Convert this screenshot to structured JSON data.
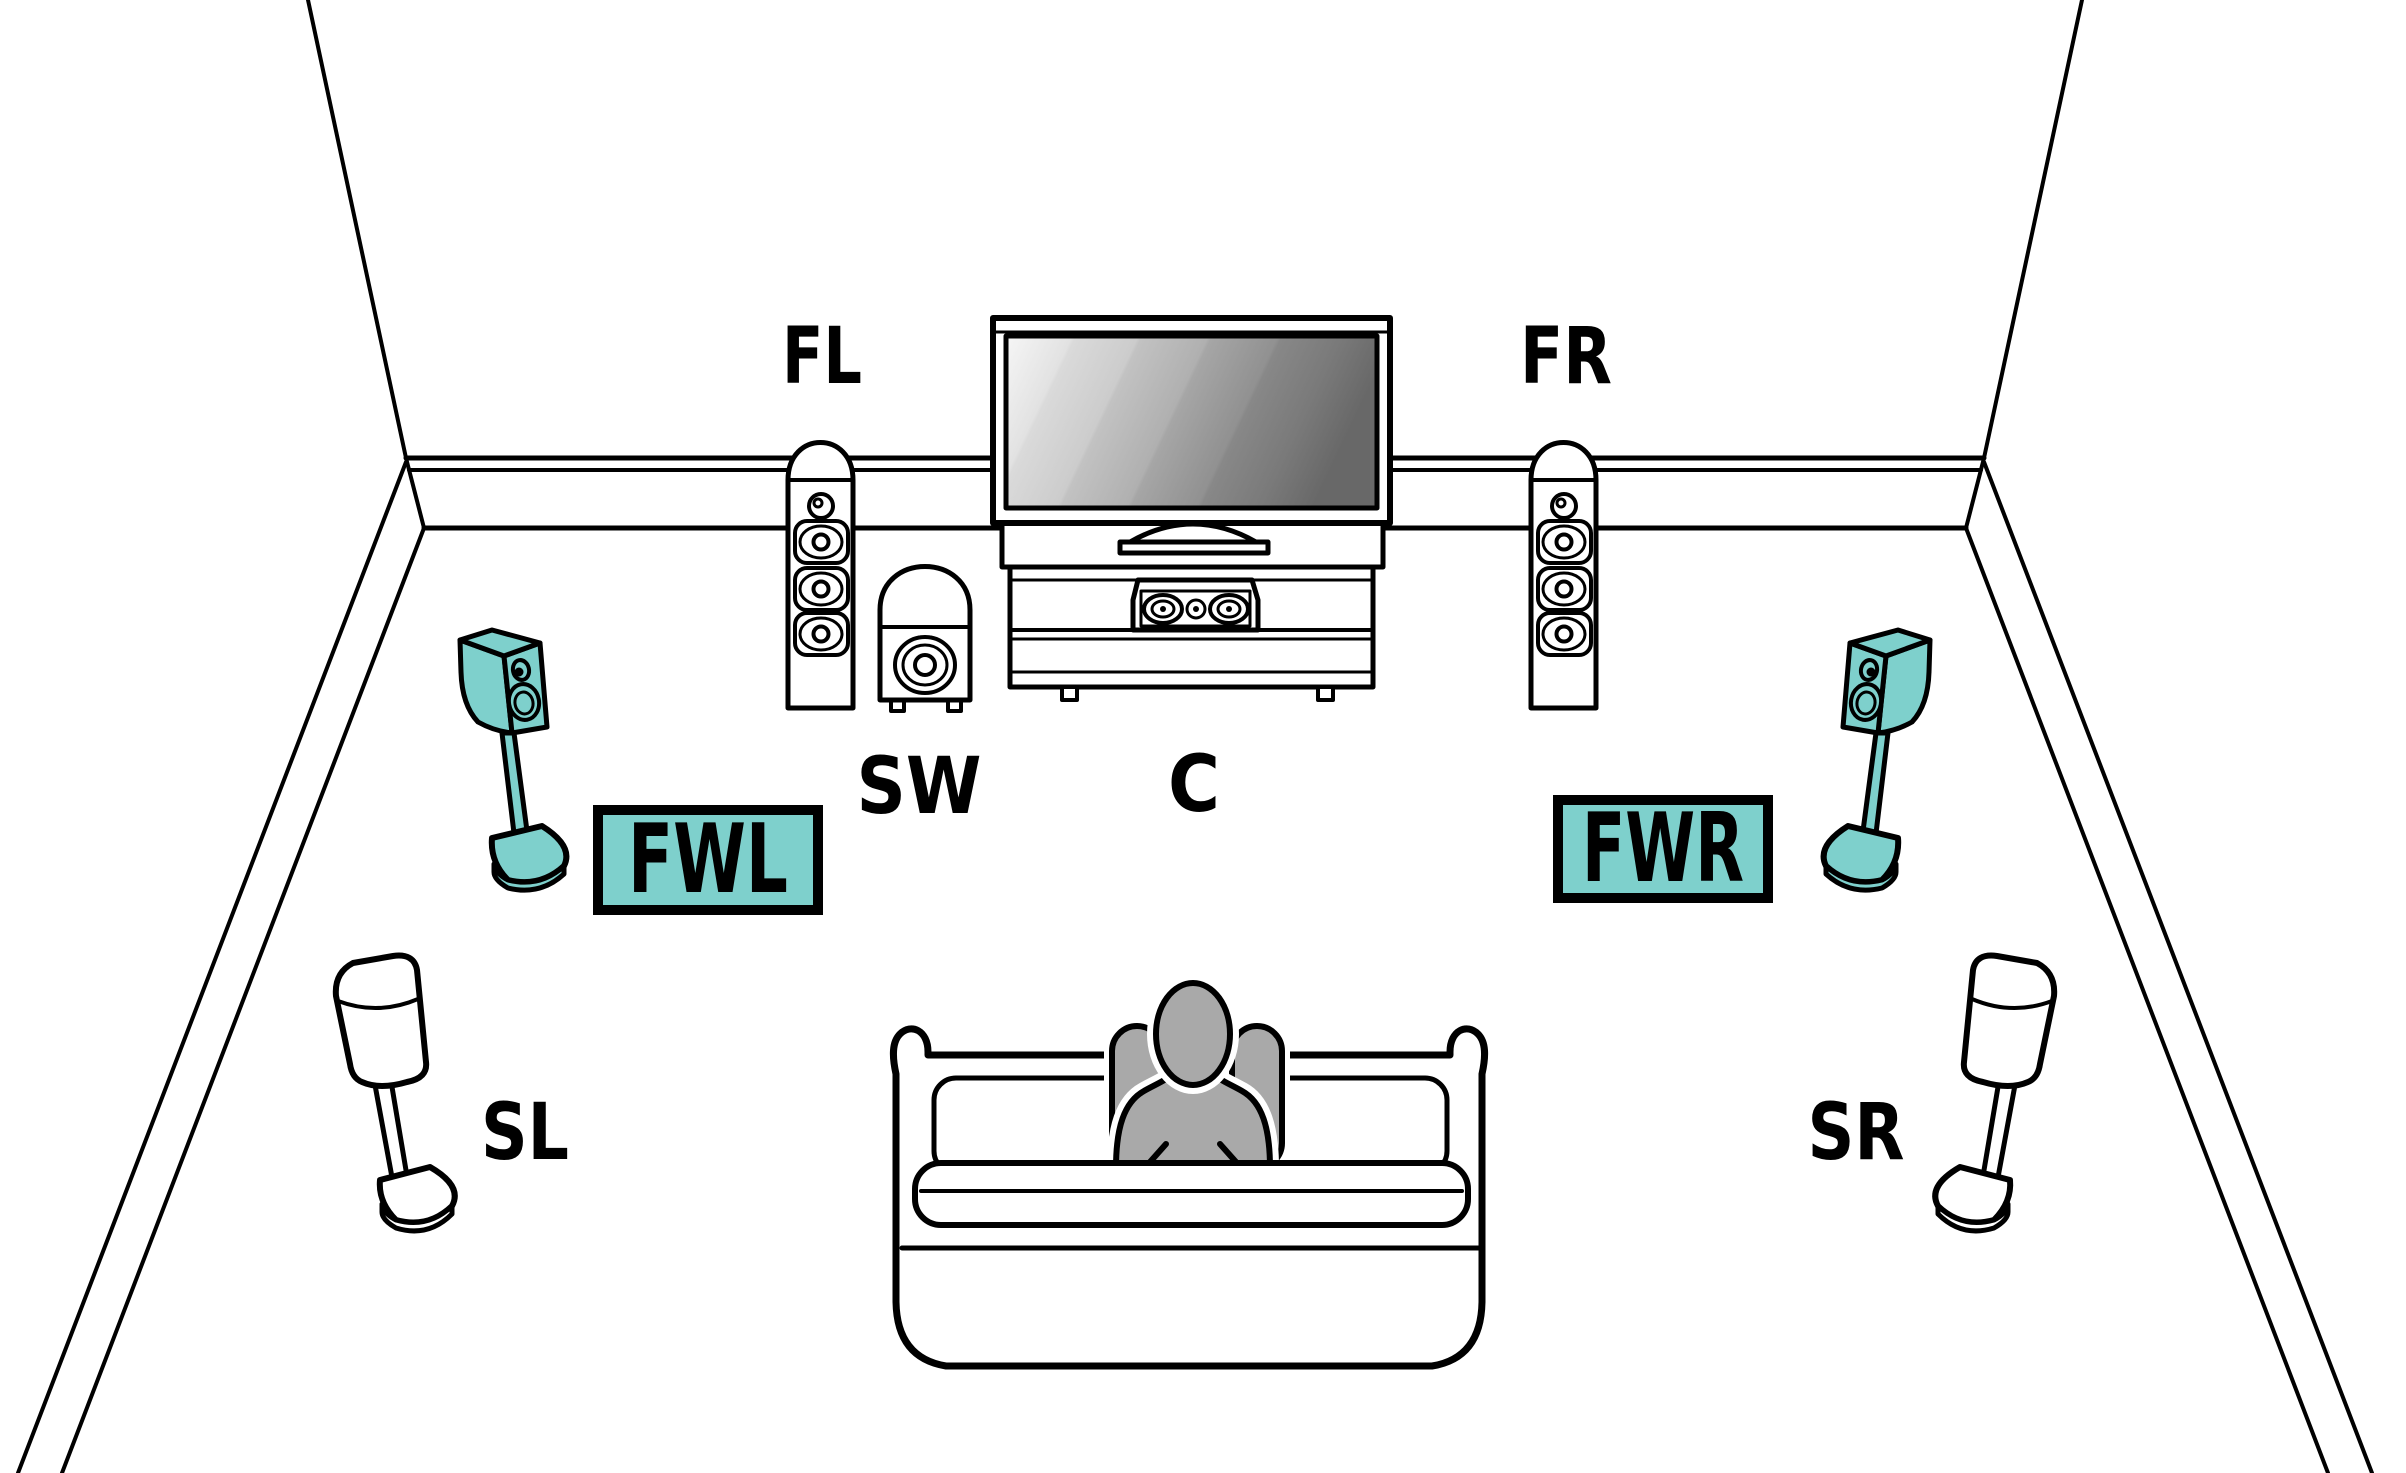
{
  "labels": {
    "front_left": "FL",
    "front_right": "FR",
    "subwoofer": "SW",
    "center": "C",
    "surround_left": "SL",
    "surround_right": "SR",
    "front_wide_left": "FWL",
    "front_wide_right": "FWR"
  },
  "colors": {
    "highlight_teal": "#7ED0CC",
    "outline_black": "#000000",
    "person_gray": "#A9A9A9",
    "background_white": "#FFFFFF",
    "tv_screen_dark": "#6B6B6B",
    "tv_screen_light": "#F5F5F5"
  },
  "objects": {
    "room": "perspective room with back wall baseboard",
    "tv": "flat-panel tv on cabinet",
    "tv_stand": "tv cabinet with shelves",
    "center_speaker": "center channel speaker in cabinet",
    "subwoofer": "subwoofer beside cabinet",
    "front_left_speaker": "floor-standing tower speaker",
    "front_right_speaker": "floor-standing tower speaker",
    "front_wide_left_speaker": "teal bookshelf speaker on stand",
    "front_wide_right_speaker": "teal bookshelf speaker on stand",
    "surround_left_speaker": "small speaker on stand",
    "surround_right_speaker": "small speaker on stand",
    "sofa": "sofa seen from behind",
    "listener": "person silhouette on sofa"
  }
}
